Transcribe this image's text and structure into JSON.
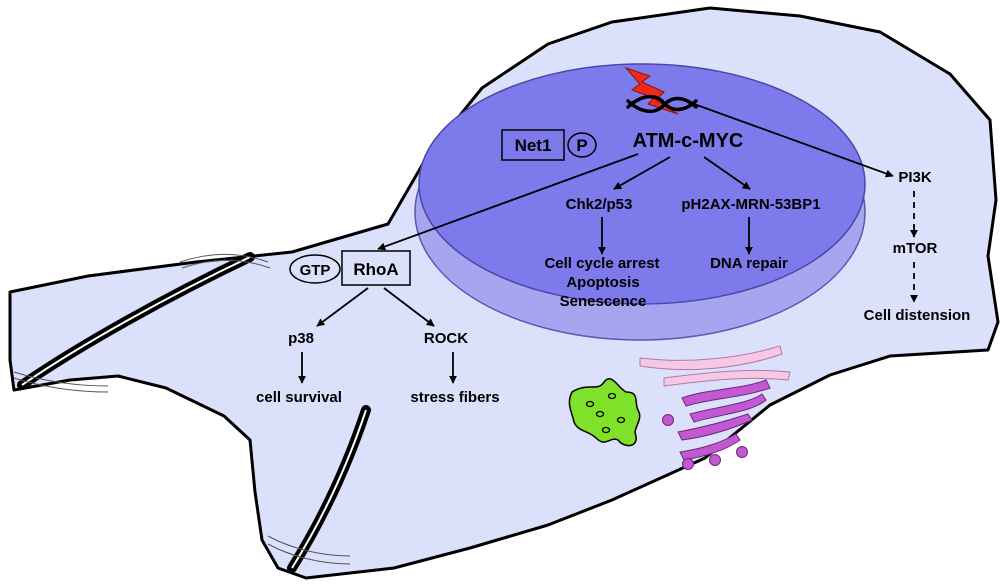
{
  "nucleus": {
    "complex": "ATM-c-MYC",
    "net1": "Net1",
    "phospho": "P",
    "chk2": "Chk2/p53",
    "ph2ax": "pH2AX-MRN-53BP1",
    "outcome1": "Cell cycle arrest",
    "outcome2": "Apoptosis",
    "outcome3": "Senescence",
    "repair": "DNA repair"
  },
  "cytoplasm": {
    "gtp": "GTP",
    "rhoa": "RhoA",
    "p38": "p38",
    "rock": "ROCK",
    "survival": "cell survival",
    "fibers": "stress fibers",
    "pi3k": "PI3K",
    "mtor": "mTOR",
    "distension": "Cell distension"
  },
  "colors": {
    "cell_fill": "#dbe1fb",
    "nucleus_fill": "#7d7aec",
    "nucleus_rim": "#a7a5f0",
    "lightning": "#ee2a1b",
    "golgi_green": "#7fe12a",
    "er_purple": "#c358d3",
    "mito_pink": "#f5c8e4"
  }
}
